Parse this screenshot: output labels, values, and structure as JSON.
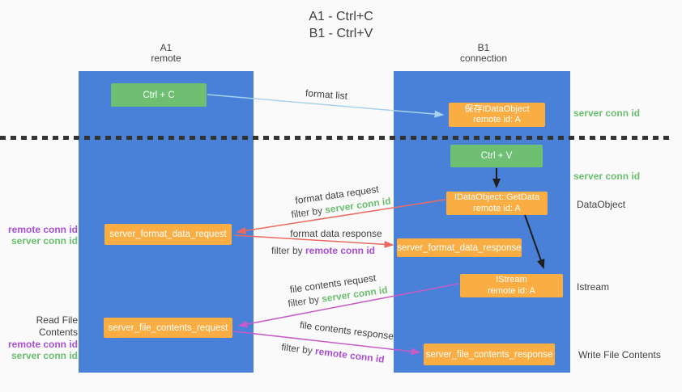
{
  "title": {
    "line1": "A1 - Ctrl+C",
    "line2": "B1 - Ctrl+V"
  },
  "columns": {
    "a1": {
      "name": "A1",
      "subtitle": "remote"
    },
    "b1": {
      "name": "B1",
      "subtitle": "connection"
    }
  },
  "nodes": {
    "ctrl_c": {
      "label": "Ctrl + C"
    },
    "ctrl_v": {
      "label": "Ctrl + V"
    },
    "save_dataobject": {
      "line1": "保存IDataObject",
      "line2": "remote id: A"
    },
    "idataobject_getdata": {
      "line1": "IDataObject::GetData",
      "line2": "remote id: A"
    },
    "istream": {
      "line1": "IStream",
      "line2": "remote id: A"
    },
    "server_format_data_request": {
      "label": "server_format_data_request"
    },
    "server_format_data_response": {
      "label": "server_format_data_response"
    },
    "server_file_contents_request": {
      "label": "server_file_contents_request"
    },
    "server_file_contents_response": {
      "label": "server_file_contents_response"
    }
  },
  "side_labels": {
    "server_conn_id_top": "server conn id",
    "server_conn_id_mid": "server conn id",
    "dataobject": "DataObject",
    "istream": "Istream",
    "write_file_contents": "Write File Contents",
    "read_file_contents": "Read File Contents",
    "left_top": {
      "remote_conn_id": "remote conn id",
      "server_conn_id": "server conn id"
    },
    "left_bottom": {
      "remote_conn_id": "remote conn id",
      "server_conn_id": "server conn id"
    }
  },
  "messages": {
    "format_list": {
      "label": "format list"
    },
    "format_data_request": {
      "label": "format data request",
      "filter_prefix": "filter by ",
      "filter_id": "server conn id"
    },
    "format_data_response": {
      "label": "format data response",
      "filter_prefix": "filter by ",
      "filter_id": "remote conn id"
    },
    "file_contents_request": {
      "label": "file contents request",
      "filter_prefix": "filter by ",
      "filter_id": "server conn id"
    },
    "file_contents_response": {
      "label": "file contents response",
      "filter_prefix": "filter by ",
      "filter_id": "remote conn id"
    }
  },
  "colors": {
    "background": "#fafafa",
    "column_blue": "#4a81d8",
    "node_green": "#6fbf73",
    "node_orange": "#f9ad42",
    "arrow_blue": "#a8d2ee",
    "arrow_red": "#ec6a5f",
    "arrow_magenta": "#c75bc7",
    "arrow_black": "#1f1f1f",
    "text_green": "#6abf6e",
    "text_purple": "#a94fd4",
    "text_dark": "#3f3f3f",
    "dash": "#333333"
  }
}
